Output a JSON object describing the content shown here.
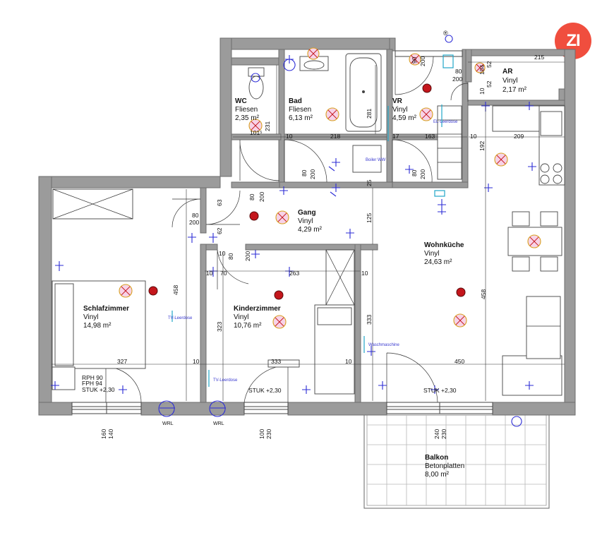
{
  "logo": {
    "text": "ZI",
    "color": "#f04e3e"
  },
  "registered_mark": "®",
  "rooms": [
    {
      "id": "wc",
      "name": "WC",
      "floor": "Fliesen",
      "area": "2,35 m²"
    },
    {
      "id": "bad",
      "name": "Bad",
      "floor": "Fliesen",
      "area": "6,13 m²"
    },
    {
      "id": "vr",
      "name": "VR",
      "floor": "Vinyl",
      "area": "4,59 m²"
    },
    {
      "id": "ar",
      "name": "AR",
      "floor": "Vinyl",
      "area": "2,17 m²"
    },
    {
      "id": "gang",
      "name": "Gang",
      "floor": "Vinyl",
      "area": "4,29 m²"
    },
    {
      "id": "wohnkueche",
      "name": "Wohnküche",
      "floor": "Vinyl",
      "area": "24,63 m²"
    },
    {
      "id": "schlafzimmer",
      "name": "Schlafzimmer",
      "floor": "Vinyl",
      "area": "14,98 m²"
    },
    {
      "id": "kinderzimmer",
      "name": "Kinderzimmer",
      "floor": "Vinyl",
      "area": "10,76 m²"
    },
    {
      "id": "balkon",
      "name": "Balkon",
      "floor": "Betonplatten",
      "area": "8,00 m²"
    }
  ],
  "dimensions": {
    "d215": "215",
    "d52a": "52",
    "d104": "104",
    "d52b": "52",
    "d10a": "10",
    "d90": "90",
    "d200a": "200",
    "d80a": "80",
    "d200b": "200",
    "d231": "231",
    "d281": "281",
    "d101": "101⁵",
    "d10b": "10",
    "d218": "218",
    "d17": "17",
    "d163": "163",
    "d10c": "10",
    "d209": "209",
    "d192": "192",
    "d80b": "80",
    "d200c": "200",
    "d80c": "80",
    "d200d": "200",
    "d25": "25",
    "d80d": "80",
    "d200e": "200",
    "d80e": "80",
    "d200f": "200",
    "d63": "63",
    "d62": "62",
    "d125": "125",
    "d10d": "10",
    "d80f": "80",
    "d200g": "200",
    "d10e": "10",
    "d70": "70",
    "d263": "263",
    "d10f": "10",
    "d458a": "458",
    "d323": "323",
    "d333a": "333",
    "d458b": "458",
    "d327": "327",
    "d10g": "10",
    "d333b": "333",
    "d10h": "10",
    "d450": "450",
    "d160": "160",
    "d140": "140",
    "d100": "100",
    "d230a": "230",
    "d240": "240",
    "d230b": "230"
  },
  "notes": {
    "rph": "RPH 90",
    "fph": "FPH 94",
    "stuk1": "STUK +2,30",
    "stuk2": "STUK +2,30",
    "stuk3": "STUK +2,30",
    "wrl1": "WRL",
    "wrl2": "WRL",
    "tv1": "TV-Leerdose",
    "tv2": "TV-Leerdose",
    "el": "EL-Leerdose",
    "boiler": "Boiler WW",
    "wasch": "Waschmaschine"
  }
}
